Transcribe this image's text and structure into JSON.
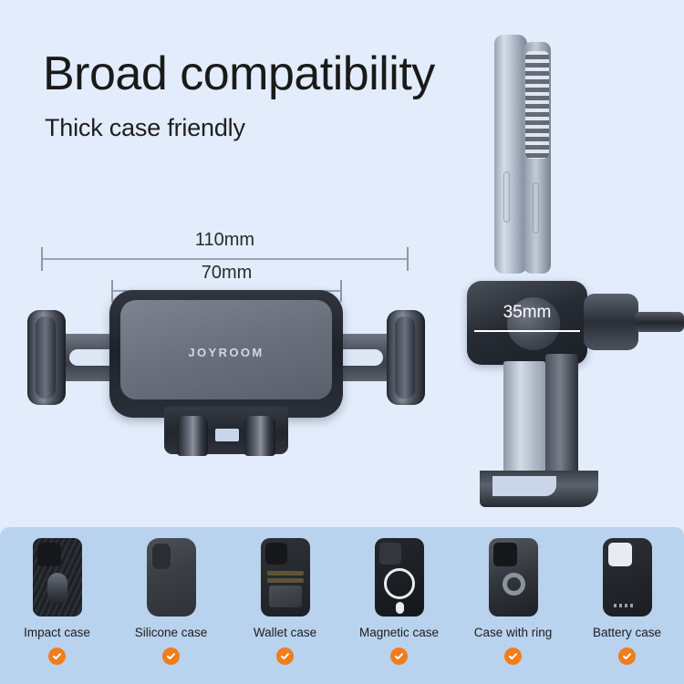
{
  "headline": "Broad compatibility",
  "subhead": "Thick case friendly",
  "brand": "JOYROOM",
  "dimensions": {
    "width_outer": "110mm",
    "width_inner": "70mm",
    "thickness": "35mm"
  },
  "colors": {
    "background": "#e2ecfb",
    "strip_background": "#b9d2ee",
    "check_badge": "#f07d1a",
    "headline_text": "#1a1a1a",
    "dimension_line": "#9aa6b6"
  },
  "cases": [
    {
      "label": "Impact case",
      "art": "impact",
      "supported": true
    },
    {
      "label": "Silicone case",
      "art": "silicone",
      "supported": true
    },
    {
      "label": "Wallet case",
      "art": "wallet",
      "supported": true
    },
    {
      "label": "Magnetic case",
      "art": "magnetic",
      "supported": true
    },
    {
      "label": "Case with ring",
      "art": "ringcase",
      "supported": true
    },
    {
      "label": "Battery case",
      "art": "battery",
      "supported": true
    }
  ]
}
